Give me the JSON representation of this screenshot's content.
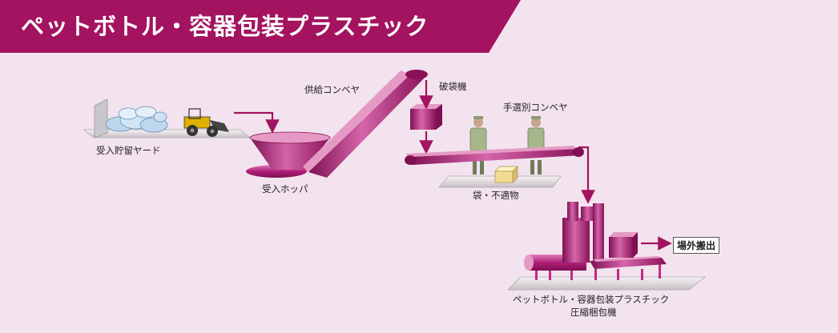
{
  "title": "ペットボトル・容器包装プラスチック",
  "labels": {
    "yard": "受入貯留ヤード",
    "hopper": "受入ホッパ",
    "supply_conveyor": "供給コンベヤ",
    "bag_breaker": "破袋機",
    "sorting_conveyor": "手選別コンベヤ",
    "rejects": "袋・不適物",
    "export": "場外搬出",
    "compactor_line1": "ペットボトル・容器包装プラスチック",
    "compactor_line2": "圧縮梱包機"
  },
  "colors": {
    "accent": "#a3135f",
    "machine": "#b01e79",
    "background": "#f3e3ee"
  }
}
